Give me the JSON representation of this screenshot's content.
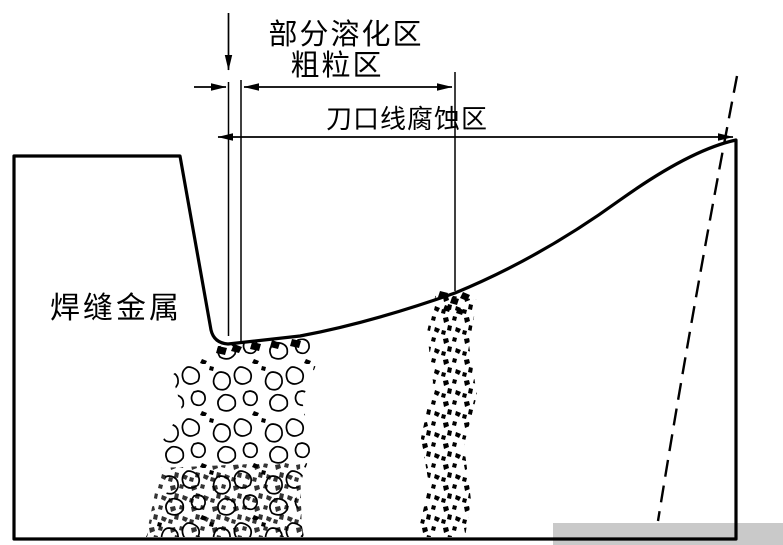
{
  "figure": {
    "labels": {
      "partial_melt_zone": "部分溶化区",
      "coarse_grain_zone": "粗粒区",
      "knife_line_zone": "刀口线腐蚀区",
      "weld_metal": "焊缝金属"
    },
    "colors": {
      "line": "#000000",
      "background": "#ffffff",
      "watermark": "#c9c9c9"
    }
  }
}
